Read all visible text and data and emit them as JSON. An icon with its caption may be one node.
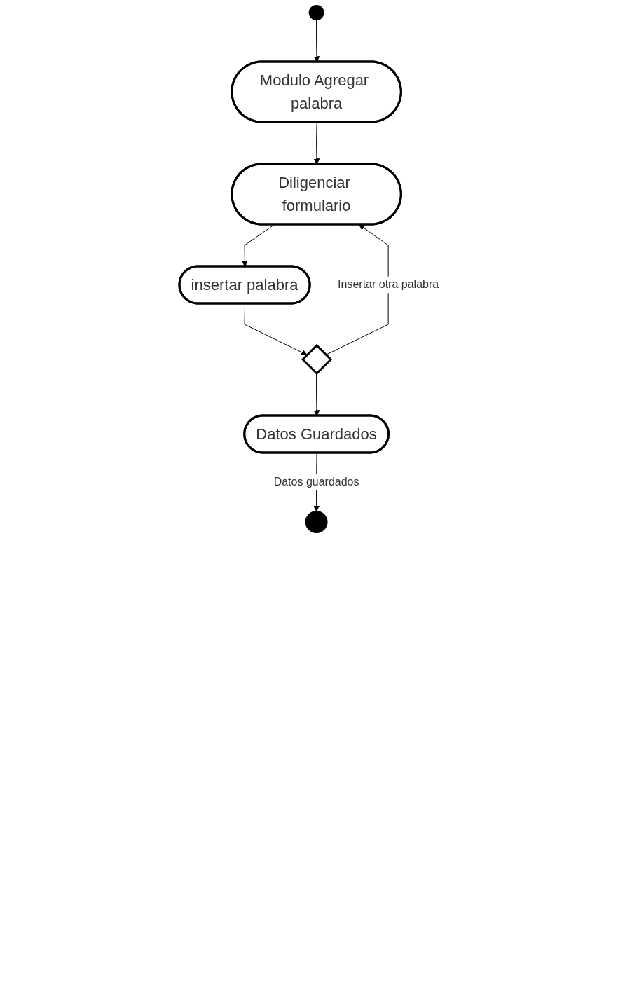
{
  "diagram": {
    "nodes": [
      {
        "text": [],
        "shape": "circle"
      },
      {
        "text": [
          "Modulo Agregar palabra"
        ]
      },
      {
        "text": [
          "Diligenciar formulario"
        ]
      },
      {
        "text": [
          "insertar palabra"
        ]
      },
      {
        "text": [],
        "shape": "diamond"
      },
      {
        "text": [
          "Datos Guardados"
        ]
      },
      {
        "text": [],
        "shape": "circle"
      }
    ],
    "edges": [
      {
        "from": 0,
        "to": 1,
        "arrow": "to"
      },
      {
        "from": 1,
        "to": 2,
        "arrow": "to"
      },
      {
        "from": 2,
        "to": 3,
        "arrow": "to"
      },
      {
        "from": 3,
        "to": 4,
        "arrow": "to"
      },
      {
        "from": 4,
        "to": 2,
        "arrow": "to",
        "label": "Insertar otra palabra"
      },
      {
        "from": 4,
        "to": 5,
        "arrow": "to"
      },
      {
        "from": 5,
        "to": 6,
        "arrow": "to",
        "label": "Datos guardados"
      }
    ]
  }
}
